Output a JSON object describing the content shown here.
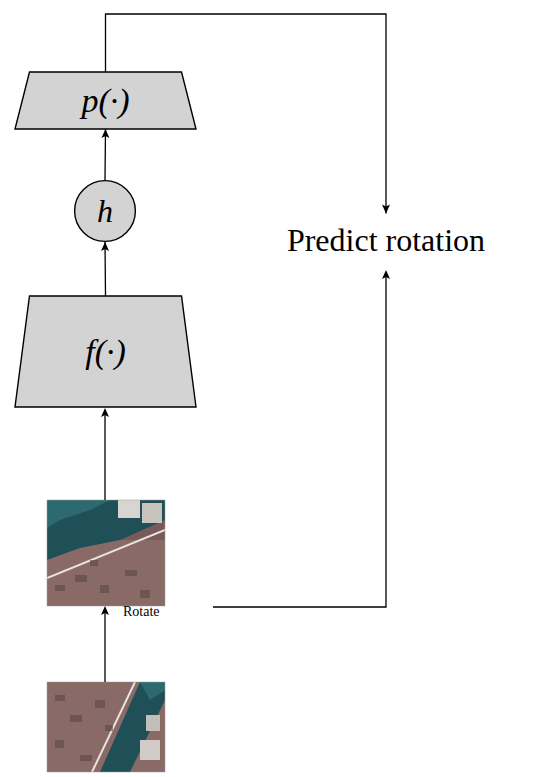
{
  "diagram": {
    "nodes": [
      {
        "text": [
          "p(·)"
        ]
      },
      {
        "text": [
          "h"
        ]
      },
      {
        "text": [
          "f(·)"
        ]
      },
      {
        "text": [
          "Predict rotation"
        ]
      }
    ],
    "edges": [
      {
        "from": 2,
        "to": 1,
        "arrow": "to"
      },
      {
        "from": 1,
        "to": 0,
        "arrow": "to"
      },
      {
        "from": 0,
        "to": 3,
        "arrow": "to"
      }
    ],
    "labels": [
      "Rotate"
    ]
  }
}
